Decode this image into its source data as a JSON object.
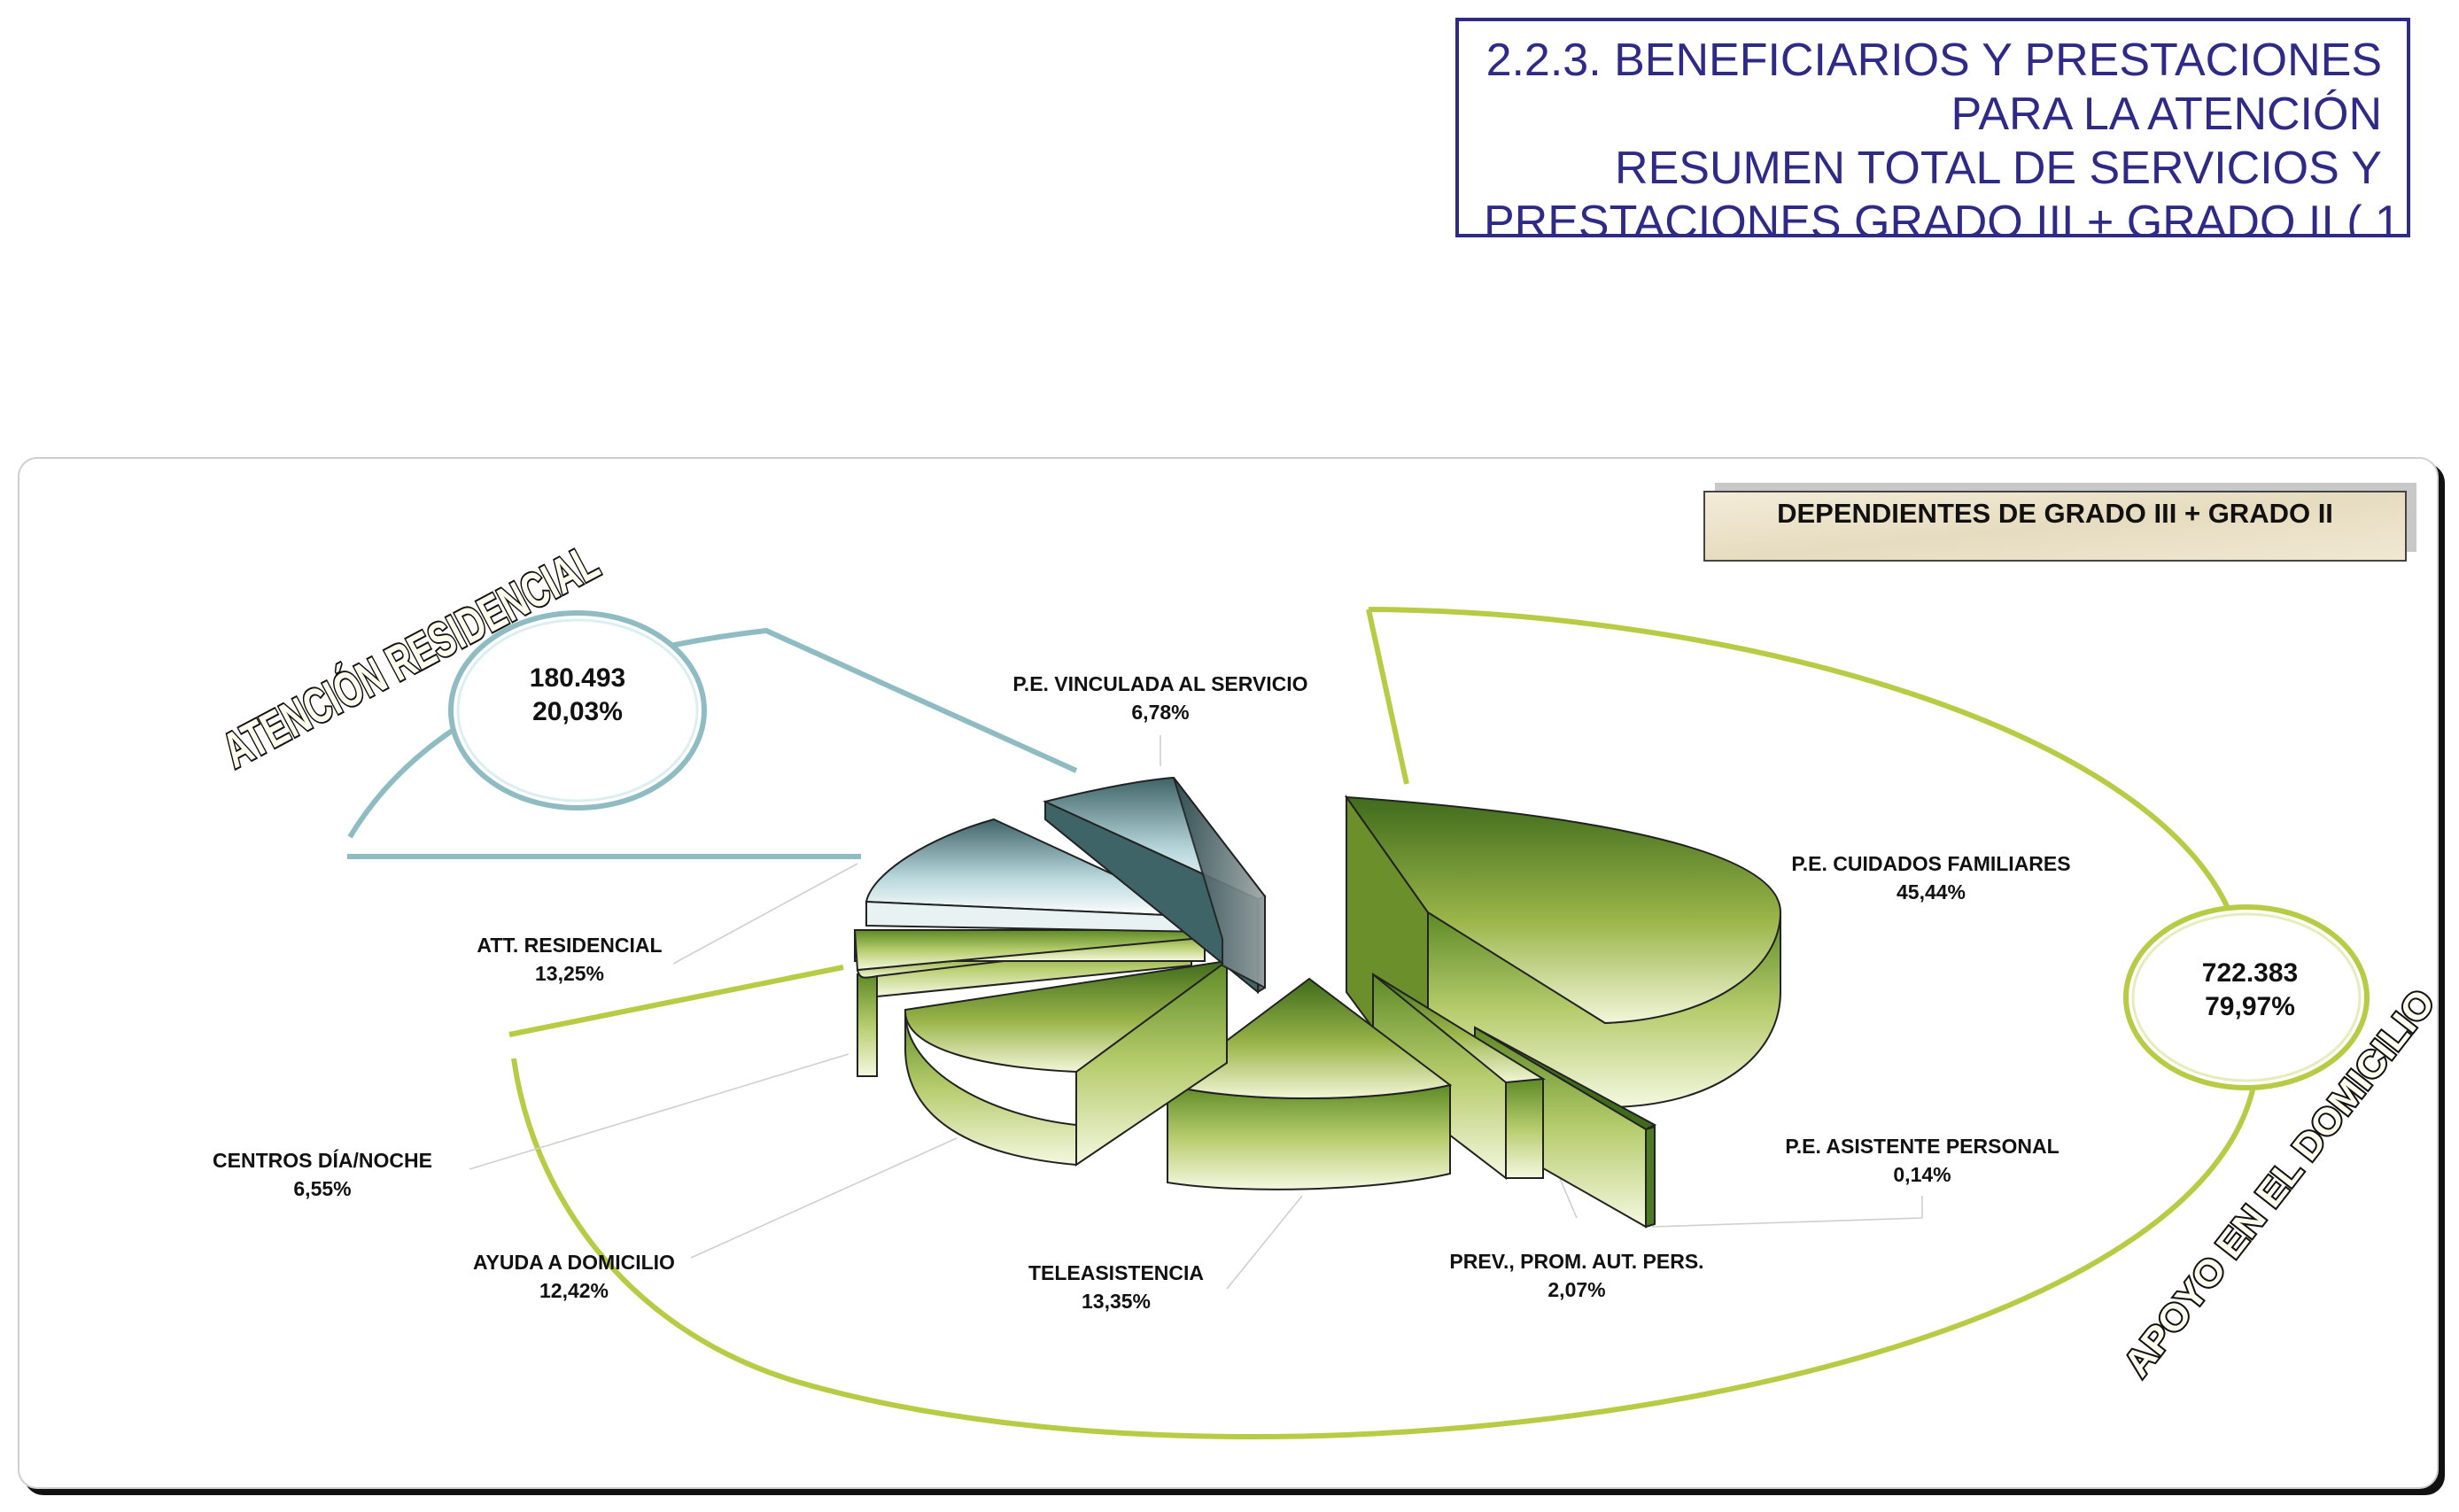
{
  "title": {
    "lines": [
      "2.2.3. BENEFICIARIOS Y PRESTACIONES",
      "PARA LA ATENCIÓN",
      "RESUMEN TOTAL DE SERVICIOS Y",
      "PRESTACIONES GRADO III + GRADO II ( 1"
    ]
  },
  "colors": {
    "title": "#2e2a86",
    "green_dark": "#3f6b1c",
    "green_light": "#f2f6d8",
    "teal_dark": "#3f6468",
    "teal_light": "#ddeef0",
    "arc_green": "#b7cc44",
    "arc_teal": "#8fbcc2"
  },
  "chart_data": {
    "type": "pie",
    "title": "DEPENDIENTES DE GRADO III + GRADO II",
    "slices": [
      {
        "label": "P.E. CUIDADOS FAMILIARES",
        "value": 45.44,
        "pct": "45,44%"
      },
      {
        "label": "P.E. ASISTENTE PERSONAL",
        "value": 0.14,
        "pct": "0,14%"
      },
      {
        "label": "PREV., PROM.  AUT. PERS.",
        "value": 2.07,
        "pct": "2,07%"
      },
      {
        "label": "TELEASISTENCIA",
        "value": 13.35,
        "pct": "13,35%"
      },
      {
        "label": "AYUDA A DOMICILIO",
        "value": 12.42,
        "pct": "12,42%"
      },
      {
        "label": "CENTROS DÍA/NOCHE",
        "value": 6.55,
        "pct": "6,55%"
      },
      {
        "label": "ATT. RESIDENCIAL",
        "value": 13.25,
        "pct": "13,25%"
      },
      {
        "label": "P.E. VINCULADA AL SERVICIO",
        "value": 6.78,
        "pct": "6,78%"
      }
    ],
    "groups": [
      {
        "name": "ATENCIÓN RESIDENCIAL",
        "count": "180.493",
        "pct": "20,03%"
      },
      {
        "name": "APOYO EN EL DOMICILIO",
        "count": "722.383",
        "pct": "79,97%"
      }
    ]
  }
}
